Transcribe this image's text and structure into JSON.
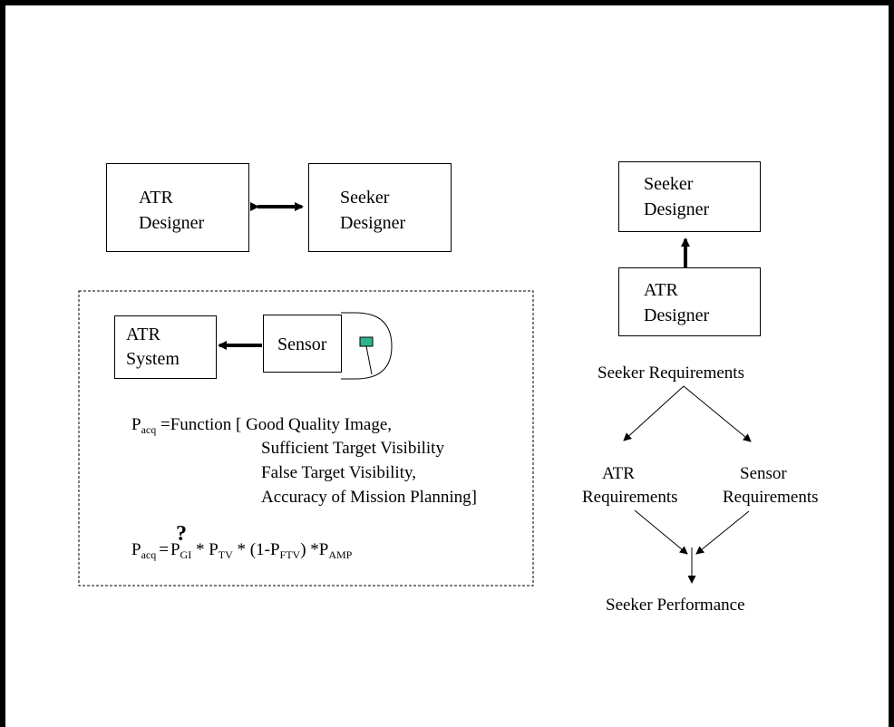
{
  "collab": {
    "atr_box": [
      "ATR",
      "Designer"
    ],
    "seeker_box": [
      "Seeker",
      "Designer"
    ]
  },
  "hierarchy": {
    "seeker_box": [
      "Seeker",
      "Designer"
    ],
    "atr_box": [
      "ATR",
      "Designer"
    ]
  },
  "system": {
    "atr_system": [
      "ATR",
      "System"
    ],
    "sensor": "Sensor",
    "function_line": {
      "p": "P",
      "p_sub": "acq",
      "lead": " =Function [ Good Quality Image,"
    },
    "function_args": [
      "Sufficient Target Visibility",
      "False Target Visibility,",
      "Accuracy of Mission Planning]"
    ],
    "equation": {
      "p": "P",
      "p_sub": "acq",
      "question": "?",
      "equals": "=",
      "gi": "P",
      "gi_sub": "GI",
      "op1": " * ",
      "tv": "P",
      "tv_sub": "TV",
      "op2": " * (1-",
      "ftv": "P",
      "ftv_sub": "FTV",
      "op3": ") *",
      "amp": "P",
      "amp_sub": "AMP"
    }
  },
  "requirements": {
    "seeker_requirements": "Seeker Requirements",
    "atr_requirements": [
      "ATR",
      "Requirements"
    ],
    "sensor_requirements": [
      "Sensor",
      "Requirements"
    ],
    "seeker_performance": "Seeker Performance"
  },
  "colors": {
    "sensor_window": "#2bb58c",
    "line": "#000000"
  }
}
